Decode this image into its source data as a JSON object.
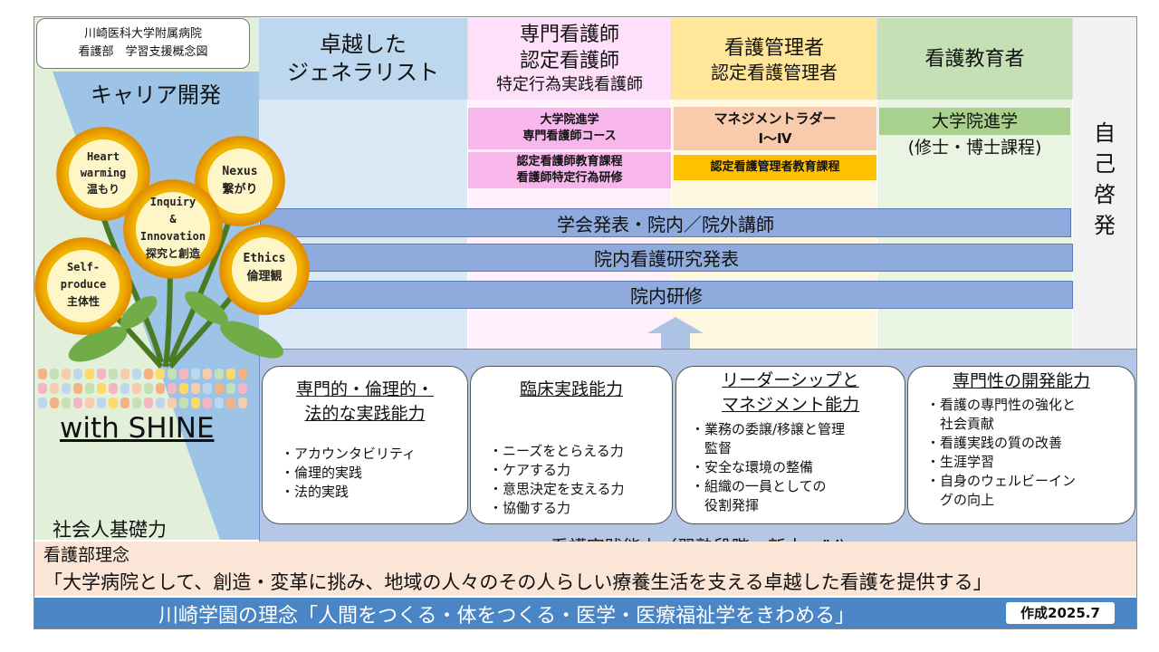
{
  "hospital": {
    "line1": "川崎医科大学附属病院",
    "line2": "看護部　学習支援概念図"
  },
  "career_label": "キャリア開発",
  "columns": [
    {
      "line1": "卓越した",
      "line2": "ジェネラリスト",
      "line3": ""
    },
    {
      "line1": "専門看護師",
      "line2": "認定看護師",
      "line3": "特定行為実践看護師"
    },
    {
      "line1": "看護管理者",
      "line2": "認定看護管理者",
      "line3": ""
    },
    {
      "line1": "看護教育者",
      "line2": "",
      "line3": ""
    }
  ],
  "self_study": "自己啓発",
  "programs": {
    "cns_line1": "大学院進学",
    "cns_line2": "専門看護師コース",
    "cert_line1": "認定看護師教育課程",
    "cert_line2": "看護師特定行為研修",
    "mgmt_line1": "マネジメントラダー",
    "mgmt_line2": "Ⅰ～Ⅳ",
    "mgmt_course": "認定看護管理者教育課程",
    "edu_line1": "大学院進学",
    "edu_line2": "(修士・博士課程)"
  },
  "bars": [
    "学会発表・院内／院外講師",
    "院内看護研究発表",
    "院内研修"
  ],
  "flowers": [
    {
      "en1": "Heart",
      "en2": "warming",
      "jp": "温もり"
    },
    {
      "en1": "Nexus",
      "en2": "",
      "jp": "繋がり"
    },
    {
      "en1": "Inquiry",
      "en2": "&",
      "en3": "Innovation",
      "jp": "探究と創造"
    },
    {
      "en1": "Self-",
      "en2": "produce",
      "jp": "主体性"
    },
    {
      "en1": "Ethics",
      "en2": "",
      "jp": "倫理観"
    }
  ],
  "with_shine": "with SHINE",
  "social_basic": "社会人基礎力",
  "competencies": [
    {
      "title1": "専門的・倫理的・",
      "title2": "法的な実践能力",
      "items": [
        "・アカウンタビリティ",
        "・倫理的実践",
        "・法的実践"
      ]
    },
    {
      "title1": "臨床実践能力",
      "title2": "",
      "items": [
        "・ニーズをとらえる力",
        "・ケアする力",
        "・意思決定を支える力",
        "・協働する力"
      ]
    },
    {
      "title1": "リーダーシップと",
      "title2": "マネジメント能力",
      "items": [
        "・業務の委譲/移譲と管理",
        "　監督",
        "・安全な環境の整備",
        "・組織の一員としての",
        "　役割発揮"
      ]
    },
    {
      "title1": "専門性の開発能力",
      "title2": "",
      "items": [
        "・看護の専門性の強化と",
        "　社会貢献",
        "・看護実践の質の改善",
        "・生涯学習",
        "・自身のウェルビーイン",
        "　グの向上"
      ]
    }
  ],
  "practice_ability": "看護実践能力（習熟段階：新人～Ⅳ)",
  "philosophy_label": "看護部理念",
  "philosophy_text": "「大学病院として、創造・変革に挑み、地域の人々のその人らしい療養生活を支える卓越した看護を提供する」",
  "gakuen": "川崎学園の理念「人間をつくる・体をつくる・医学・医療福祉学をきわめる」",
  "created": "作成2025.7",
  "colors": {
    "generalist": "#bdd7ee",
    "specialist": "#ffe0fa",
    "manager": "#fff2cc",
    "educator": "#e2f0d9",
    "bar": "#8faadc",
    "bottom": "#4a86c5",
    "philosophy": "#fbe5d6"
  }
}
